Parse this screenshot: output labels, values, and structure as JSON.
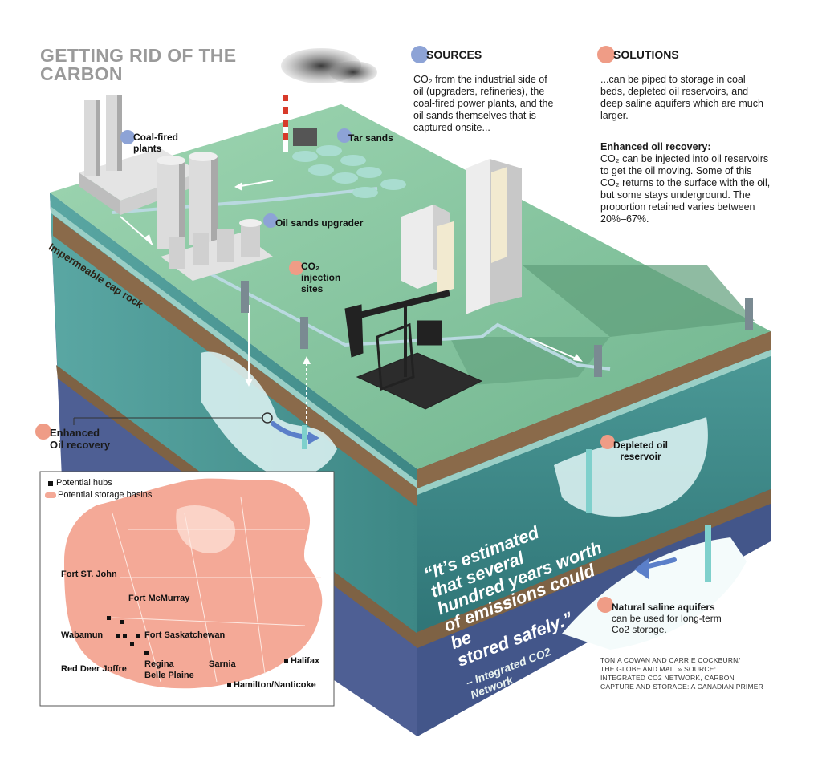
{
  "title_line1": "GETTING RID OF THE",
  "title_line2": "CARBON",
  "sources": {
    "heading": "SOURCES",
    "text": "CO₂ from the industrial side of oil (upgraders, refineries), the coal-fired power plants, and the oil sands themselves that is captured onsite..."
  },
  "solutions": {
    "heading": "SOLUTIONS",
    "text": "...can be piped to storage in coal beds, depleted oil reservoirs, and deep saline aquifers which are much larger.",
    "eor_heading": "Enhanced oil recovery:",
    "eor_text": "CO₂ can be injected into oil reservoirs to get the oil moving. Some of this CO₂ returns to the surface with the oil, but some stays underground. The proportion retained varies between 20%–67%."
  },
  "labels": {
    "coal_fired_1": "Coal-fired",
    "coal_fired_2": "plants",
    "tar_sands": "Tar sands",
    "oil_sands_upgrader": "Oil sands upgrader",
    "co2_injection_1": "CO₂",
    "co2_injection_2": "injection",
    "co2_injection_3": "sites",
    "cap_rock": "Impermeable cap rock",
    "enhanced_1": "Enhanced",
    "enhanced_2": "Oil recovery",
    "depleted_1": "Depleted oil",
    "depleted_2": "reservoir",
    "saline_heading": "Natural saline aquifers",
    "saline_text_1": "can be used for long-term",
    "saline_text_2": "Co2 storage."
  },
  "quote": {
    "l1": "“It’s estimated",
    "l2": "that several",
    "l3": "hundred years worth",
    "l4": "of emissions could be",
    "l5": "stored safely.”",
    "attr_1": "– Integrated CO2",
    "attr_2": "Network"
  },
  "credit": {
    "l1": "TONIA COWAN AND CARRIE COCKBURN/",
    "l2": "THE GLOBE AND MAIL » SOURCE:",
    "l3": "INTEGRATED CO2 NETWORK, CARBON",
    "l4": "CAPTURE AND STORAGE: A CANADIAN PRIMER"
  },
  "map": {
    "legend_hubs": "Potential hubs",
    "legend_basins": "Potential storage basins",
    "places": {
      "fort_st_john": "Fort ST. John",
      "fort_mcmurray": "Fort McMurray",
      "wabamun": "Wabamun",
      "fort_saskatchewan": "Fort Saskatchewan",
      "red_deer_joffre": "Red Deer Joffre",
      "regina": "Regina",
      "belle_plaine": "Belle Plaine",
      "sarnia": "Sarnia",
      "halifax": "Halifax",
      "hamilton_nanticoke": "Hamilton/Nanticoke"
    }
  },
  "colors": {
    "surface_green": "#84c4a0",
    "ground_teal": "#3f8d8c",
    "cap_rock_brown": "#8a6a4a",
    "deep_blue": "#4a5c90",
    "reservoir_ice": "#d8f0f0",
    "map_pink": "#f4a997",
    "sources_dot": "#8da3d6",
    "solutions_dot": "#ef9c86"
  }
}
